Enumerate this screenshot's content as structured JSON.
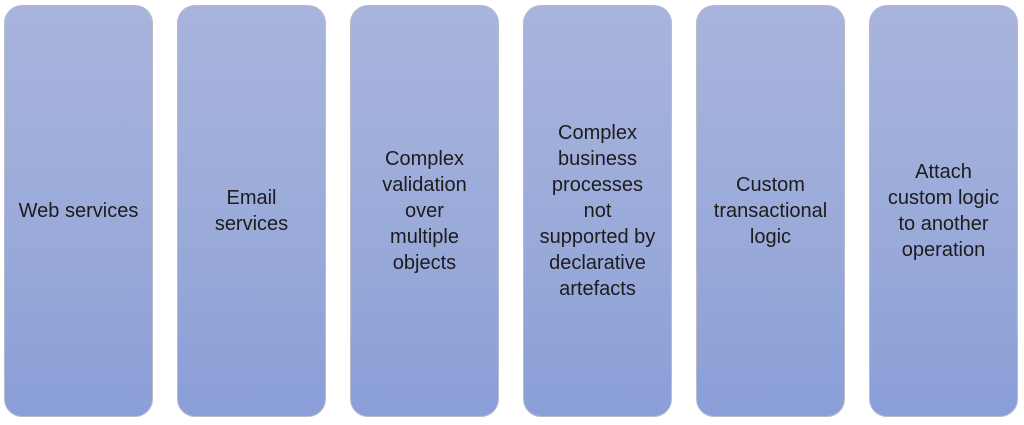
{
  "diagram": {
    "description": "Six rounded vertical gradient cards listing use cases",
    "cards": [
      {
        "label": "Web services"
      },
      {
        "label": "Email\nservices"
      },
      {
        "label": "Complex\nvalidation\nover\nmultiple\nobjects"
      },
      {
        "label": "Complex\nbusiness\nprocesses\nnot\nsupported by\ndeclarative\nartefacts"
      },
      {
        "label": "Custom\ntransactional\nlogic"
      },
      {
        "label": "Attach\ncustom logic\nto another\noperation"
      }
    ],
    "colors": {
      "card_gradient_top": "#a9b4dd",
      "card_gradient_bottom": "#8a9ed8",
      "card_border": "#b8bcc8",
      "text": "#1c1c1c",
      "background": "#ffffff"
    }
  }
}
